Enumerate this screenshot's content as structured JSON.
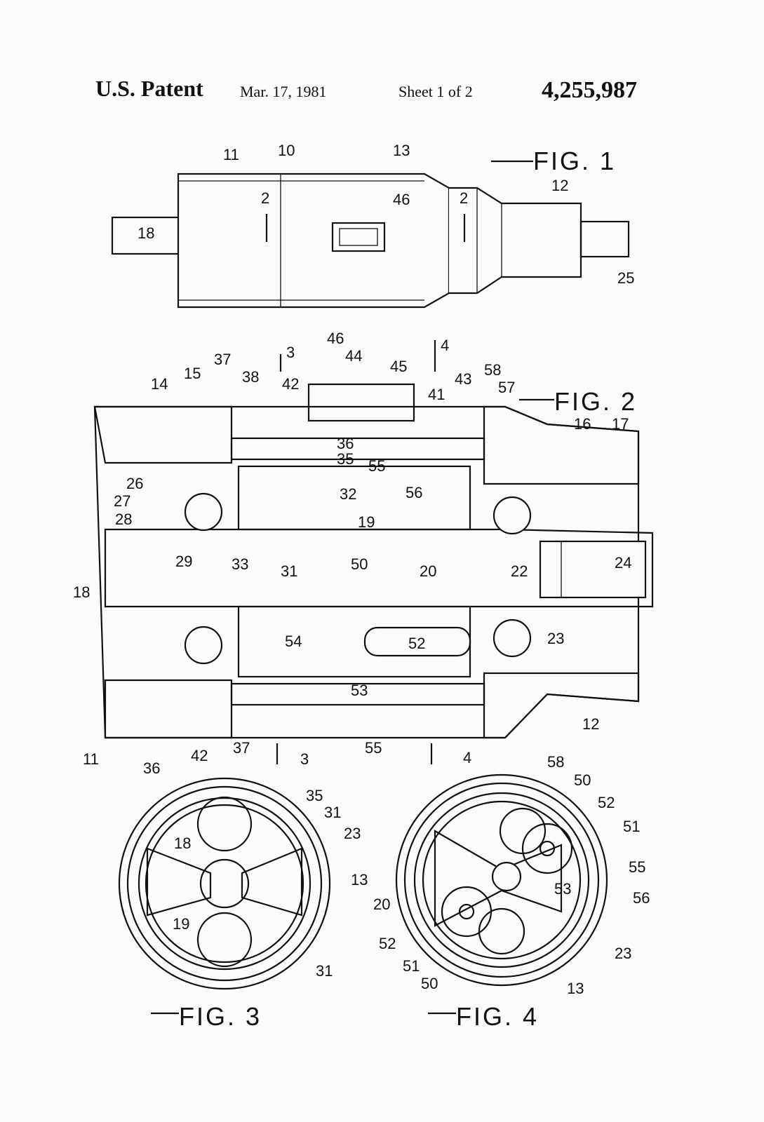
{
  "header": {
    "title": "U.S. Patent",
    "date": "Mar. 17, 1981",
    "sheet": "Sheet 1 of 2",
    "patent_number": "4,255,987"
  },
  "figures": {
    "fig1": {
      "caption": "FIG. 1",
      "refs": {
        "r11": "11",
        "r10": "10",
        "r13": "13",
        "r12": "12",
        "r46": "46",
        "r18": "18",
        "r25": "25",
        "r2a": "2",
        "r2b": "2"
      }
    },
    "fig2": {
      "caption": "FIG. 2",
      "refs": {
        "r14": "14",
        "r15": "15",
        "r37": "37",
        "r38": "38",
        "r42": "42",
        "r3": "3",
        "r46": "46",
        "r44": "44",
        "r45": "45",
        "r4": "4",
        "r43": "43",
        "r58": "58",
        "r41": "41",
        "r57": "57",
        "r16": "16",
        "r17": "17",
        "r36": "36",
        "r35": "35",
        "r55": "55",
        "r56": "56",
        "r26": "26",
        "r27": "27",
        "r28": "28",
        "r29": "29",
        "r32": "32",
        "r19": "19",
        "r33": "33",
        "r31": "31",
        "r50": "50",
        "r20": "20",
        "r22": "22",
        "r24": "24",
        "r18": "18",
        "r54": "54",
        "r52": "52",
        "r23": "23",
        "r53": "53",
        "r12": "12",
        "r11": "11",
        "r37b": "37",
        "r3b": "3",
        "r55b": "55",
        "r4b": "4"
      }
    },
    "fig3": {
      "caption": "FIG. 3",
      "refs": {
        "r42": "42",
        "r36": "36",
        "r35": "35",
        "r31": "31",
        "r18": "18",
        "r23": "23",
        "r13": "13",
        "r19": "19",
        "r31b": "31"
      }
    },
    "fig4": {
      "caption": "FIG. 4",
      "refs": {
        "r58": "58",
        "r50": "50",
        "r52": "52",
        "r51": "51",
        "r55": "55",
        "r56": "56",
        "r53": "53",
        "r20": "20",
        "r23": "23",
        "r13": "13",
        "r52b": "52",
        "r51b": "51",
        "r50b": "50"
      }
    }
  }
}
